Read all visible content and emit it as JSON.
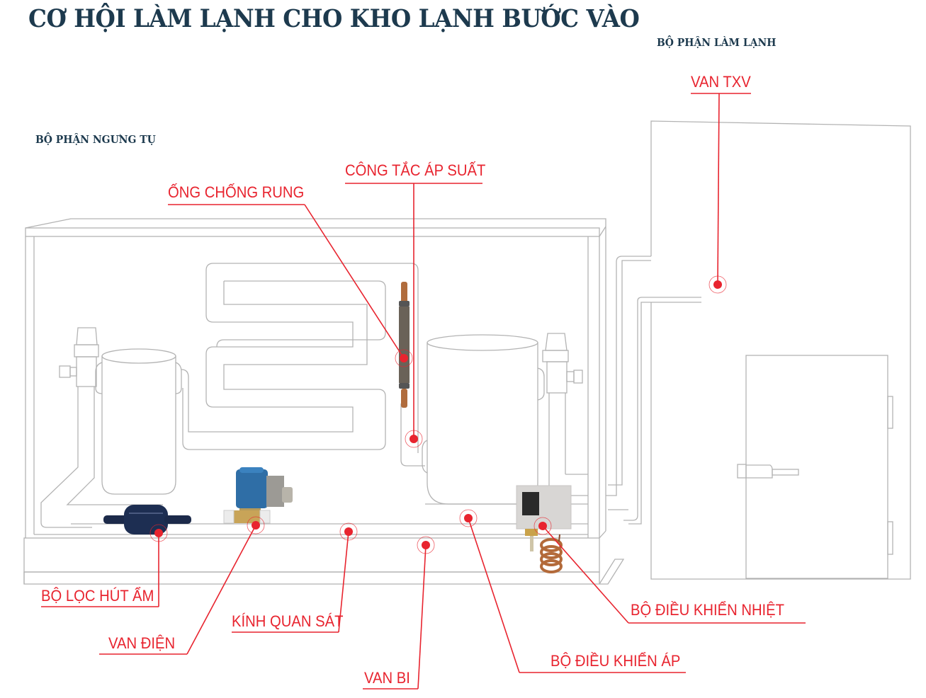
{
  "title": "CƠ HỘI LÀM LẠNH CHO KHO LẠNH BƯỚC VÀO",
  "sections": {
    "condensing_unit": "BỘ PHẬN NGƯNG TỤ",
    "evaporator_unit": "BỘ PHẬN LÀM LẠNH"
  },
  "colors": {
    "title": "#1d3a4e",
    "accent": "#e8242f",
    "outline": "#b3b3b3"
  },
  "callouts": [
    {
      "id": "van-txv",
      "label": "VAN TXV"
    },
    {
      "id": "cong-tac-ap-suat",
      "label": "CÔNG TẮC ÁP SUẤT"
    },
    {
      "id": "ong-chong-rung",
      "label": "ỐNG CHỐNG RUNG"
    },
    {
      "id": "bo-loc-hut-am",
      "label": "BỘ LỌC HÚT ẨM"
    },
    {
      "id": "van-dien",
      "label": "VAN ĐIỆN"
    },
    {
      "id": "kinh-quan-sat",
      "label": "KÍNH QUAN SÁT"
    },
    {
      "id": "van-bi",
      "label": "VAN BI"
    },
    {
      "id": "bo-dieu-khien-ap",
      "label": "BỘ ĐIỀU KHIỂN ÁP"
    },
    {
      "id": "bo-dieu-khien-nhiet",
      "label": "BỘ ĐIỀU KHIỂN NHIỆT"
    }
  ]
}
